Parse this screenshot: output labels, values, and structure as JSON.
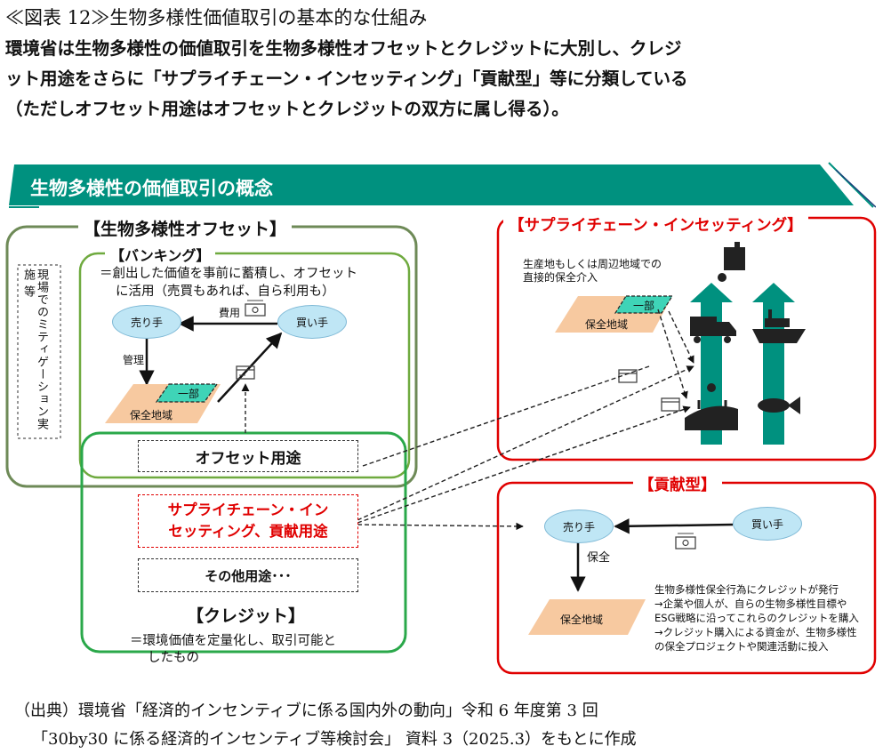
{
  "figure": {
    "title": "≪図表 12≫生物多様性価値取引の基本的な仕組み",
    "intro_lines": [
      "環境省は生物多様性の価値取引を生物多様性オフセットとクレジットに大別し、クレジ",
      "ット用途をさらに「サプライチェーン・インセッティング」「貢献型」等に分類している",
      "（ただしオフセット用途はオフセットとクレジットの双方に属し得る）。"
    ]
  },
  "diagram": {
    "banner_title": "生物多様性の価値取引の概念",
    "offset": {
      "label": "【生物多様性オフセット】",
      "side_note": "現場でのミティゲーション実施 等",
      "banking": {
        "label": "【バンキング】",
        "desc_line1": "＝創出した価値を事前に蓄積し、オフセット",
        "desc_line2": "に活用（売買もあれば、自ら利用も）",
        "seller": "売り手",
        "buyer": "買い手",
        "fee": "費用",
        "manage": "管理",
        "part": "一部",
        "conservation_area": "保全地域"
      }
    },
    "uses": {
      "offset_use": "オフセット用途",
      "supply_line1": "サプライチェーン・イン",
      "supply_line2": "セッティング、貢献用途",
      "other": "その他用途･･･"
    },
    "credit": {
      "label": "【クレジット】",
      "desc_line1": "＝環境価値を定量化し、取引可能と",
      "desc_line2": "したもの"
    },
    "insetting": {
      "label": "【サプライチェーン・インセッティング】",
      "note_line1": "生産地もしくは周辺地域での",
      "note_line2": "直接的保全介入",
      "part": "一部",
      "conservation_area": "保全地域"
    },
    "contribution": {
      "label": "【貢献型】",
      "seller": "売り手",
      "buyer": "買い手",
      "conserve": "保全",
      "conservation_area": "保全地域",
      "desc_lines": [
        "生物多様性保全行為にクレジットが発行",
        "→企業や個人が、自らの生物多様性目標や",
        "ESG戦略に沿ってこれらのクレジットを購入",
        "→クレジット購入による資金が、生物多様性",
        "の保全プロジェクトや関連活動に投入"
      ]
    },
    "colors": {
      "teal": "#00917f",
      "offset_border": "#6e8a57",
      "credit_border": "#2aa84a",
      "red": "#e00000",
      "land": "#f7c9a0"
    }
  },
  "source": {
    "line1": "（出典）環境省「経済的インセンティブに係る国内外の動向」令和 6 年度第 3 回",
    "line2": "「30by30 に係る経済的インセンティブ等検討会」 資料 3（2025.3）をもとに作成"
  }
}
